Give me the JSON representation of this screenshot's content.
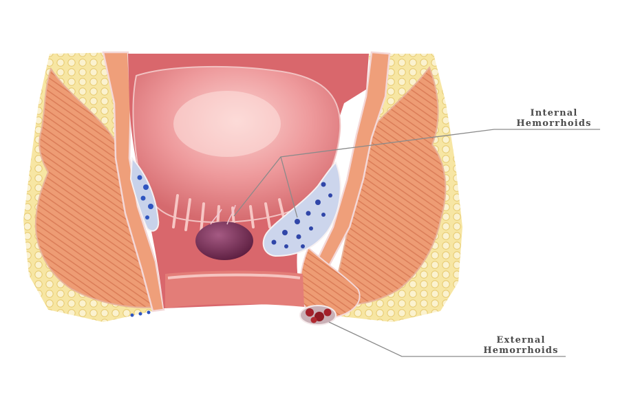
{
  "labels": {
    "internal": [
      "Internal",
      "Hemorrhoids"
    ],
    "external": [
      "External",
      "Hemorrhoids"
    ]
  },
  "colors": {
    "background": "#ffffff",
    "fat": "#f3dc86",
    "muscle": "#ec9a72",
    "mucosa": "#d8676b",
    "rectum": "#ef9aa0",
    "vein_pocket": "#c9d3ea",
    "vein_blue": "#2f4fb5",
    "internal_hemorrhoid": "#6e2a4e",
    "external_hemorrhoid": "#9e1f25",
    "leader_line": "#888888",
    "label_text": "#4a4a4a"
  }
}
